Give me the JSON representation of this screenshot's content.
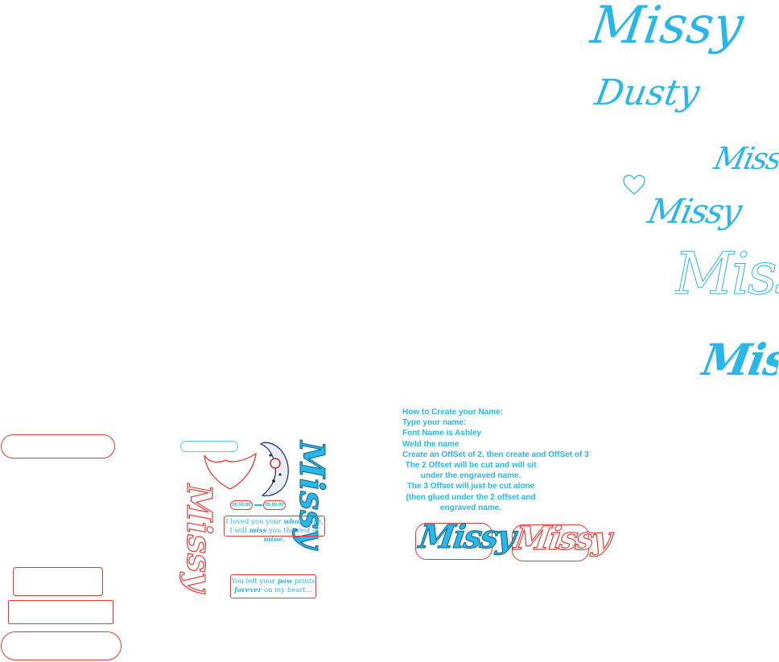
{
  "colors": {
    "accent": "#29b6e8",
    "cut_line": "#e53935",
    "background": "#ffffff"
  },
  "right_names": {
    "missy_large": "Missy",
    "dusty": "Dusty",
    "missy_thin_1": "Missy",
    "missy_thin_2": "Missy",
    "missy_outline": "Missy",
    "missy_bold": "Missy"
  },
  "heart_icon": "heart-outline-icon",
  "instructions": {
    "title": "How to Create your Name:",
    "lines": [
      "Type your name:",
      "Font Name is Ashley",
      "Weld the name",
      "Create an OffSet of 2, then create and OffSet of 3"
    ],
    "centered_lines": [
      "The 2 Offset will be cut and will sit",
      "under the engraved name.",
      "The 3 Offset will just be cut alone",
      "(then glued under the 2 offset and",
      "engraved name."
    ]
  },
  "samples": {
    "blue_name": "Missy",
    "red_name": "Missy"
  },
  "design": {
    "vertical_name_blue": "Missy",
    "vertical_name_red": "Missy",
    "dates_left": "00.00.00",
    "dates_right": "00.00.00",
    "quote1_line1_a": "I loved you your ",
    "quote1_line1_b": "whole life,",
    "quote1_line2_a": "I will ",
    "quote1_line2_b": "miss",
    "quote1_line2_c": " you the rest of ",
    "quote1_line2_d": "mine.",
    "quote2_line1_a": "You left your ",
    "quote2_line1_b": "paw",
    "quote2_line1_c": " prints",
    "quote2_line2_a": "forever",
    "quote2_line2_b": " on my heart..."
  }
}
